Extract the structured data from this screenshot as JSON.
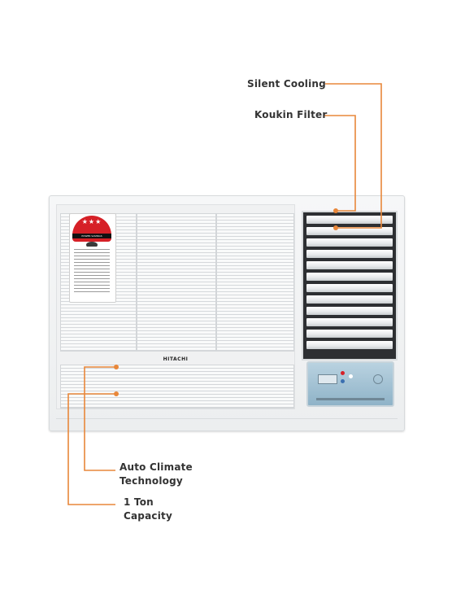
{
  "product": {
    "brand": "HITACHI",
    "image_alt": "Hitachi window air conditioner",
    "energy_label": {
      "stars": "★★★",
      "band_text": "POWER SAVINGS"
    }
  },
  "callouts": {
    "silent_cooling": "Silent Cooling",
    "koukin_filter": "Koukin Filter",
    "auto_climate_line1": "Auto Climate",
    "auto_climate_line2": "Technology",
    "ton_line1": "1 Ton",
    "ton_line2": "Capacity"
  },
  "colors": {
    "callout_line": "#e8873a",
    "label_text": "#333333",
    "energy_red": "#d62027"
  }
}
